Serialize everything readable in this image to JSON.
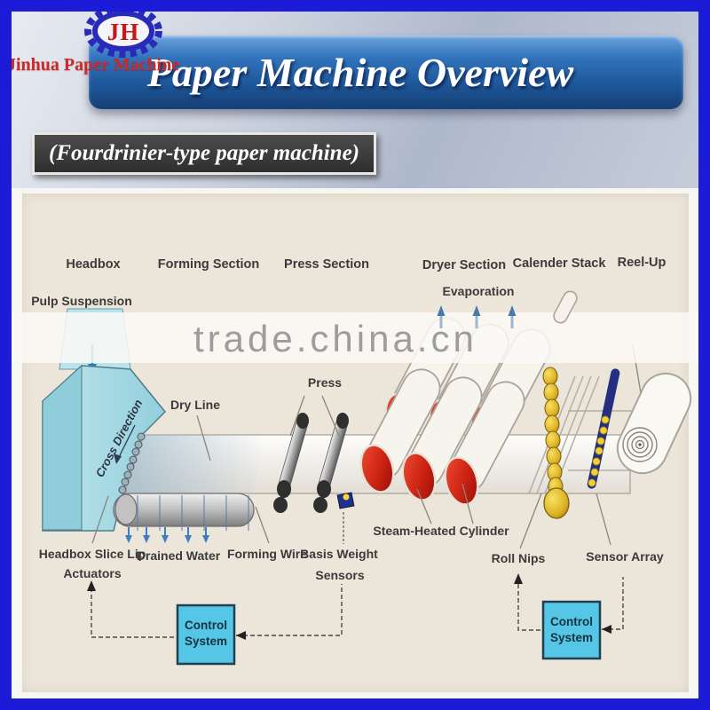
{
  "header": {
    "logo_monogram": "JH",
    "company_name": "Jinhua Paper Machine",
    "title": "Paper Machine Overview",
    "subtitle": "(Fourdrinier-type paper machine)"
  },
  "watermark": "trade.china.cn",
  "sections": {
    "headbox": "Headbox",
    "forming": "Forming Section",
    "press": "Press Section",
    "dryer": "Dryer Section",
    "calender": "Calender Stack",
    "reel": "Reel-Up"
  },
  "labels": {
    "pulp_suspension": "Pulp Suspension",
    "evaporation": "Evaporation",
    "dry_line": "Dry Line",
    "cross_direction": "Cross Direction",
    "press": "Press",
    "headbox_slice_line1": "Headbox Slice Lip",
    "headbox_slice_line2": "Actuators",
    "drained_water": "Drained Water",
    "forming_wire": "Forming Wire",
    "basis_weight_line1": "Basis Weight",
    "basis_weight_line2": "Sensors",
    "steam_heated_cylinder": "Steam-Heated Cylinder",
    "roll_nips": "Roll Nips",
    "sensor_array": "Sensor Array",
    "control_line1": "Control",
    "control_line2": "System"
  },
  "colors": {
    "frame_blue": "#1b1bd8",
    "banner_blue": "#1d5698",
    "sub_banner_gray": "#3a3a3a",
    "panel_beige": "#ece5d9",
    "headbox_cyan": "#a9dde6",
    "dryer_red": "#cc2312",
    "calender_gold": "#dfb428",
    "sensor_navy": "#252f82",
    "control_cyan": "#55c6e6",
    "logo_red": "#c92a2a",
    "logo_gear_blue": "#2a2ab8",
    "watermark_gray": "#9d9d9d"
  }
}
